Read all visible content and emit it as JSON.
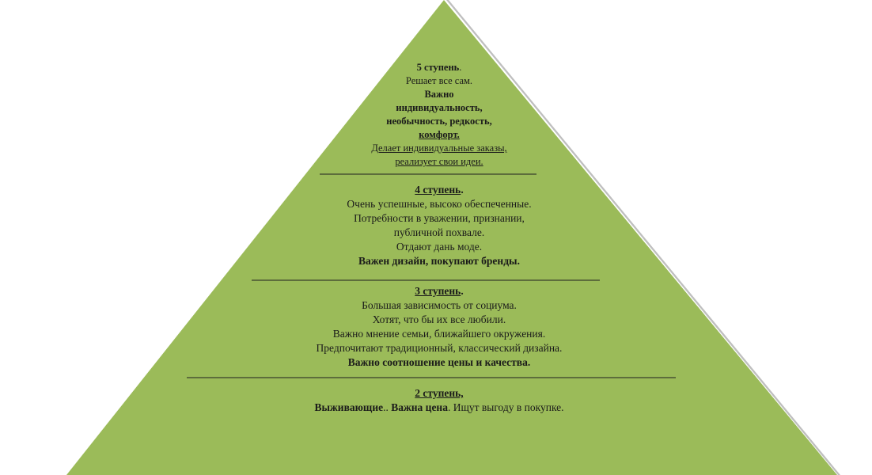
{
  "colors": {
    "fill": "#9bbb59",
    "shadow": "#bfbfbf",
    "divider": "#1f1f1f",
    "text": "#1a1a1a"
  },
  "levels": {
    "l5": {
      "title": "5 ступень",
      "title_tail": ".",
      "line1": "Решает все сам.",
      "line2": "Важно",
      "line3": "индивидуальность,",
      "line4": "необычность, редкость,",
      "line5": "комфорт.",
      "line6": "Делает индивидуальные заказы,",
      "line7": "реализует свои идеи."
    },
    "l4": {
      "title": "4 ступень",
      "title_tail": ".",
      "line1": "Очень успешные, высоко обеспеченные.",
      "line2": "Потребности в уважении, признании,",
      "line3": "публичной похвале.",
      "line4": "Отдают дань моде.",
      "line5": "Важен дизайн, покупают бренды."
    },
    "l3": {
      "title": "3 ступень",
      "title_tail": ".",
      "line1": "Большая зависимость от социума.",
      "line2": "Хотят, что бы их все любили.",
      "line3": "Важно мнение семьи, ближайшего окружения.",
      "line4": "Предпочитают традиционный, классический  дизайна.",
      "line5": "Важно соотношение цены и качества."
    },
    "l2": {
      "title": "2 ступень,",
      "line1_a": "Выживающие",
      "line1_b": ".. ",
      "line1_c": "Важна цена",
      "line1_d": ". Ищут выгоду в покупке."
    }
  }
}
